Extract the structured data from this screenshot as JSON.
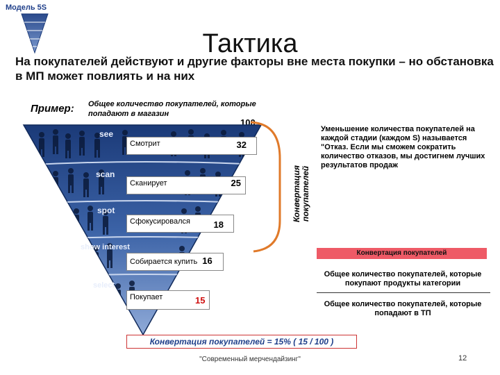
{
  "model_label": "Модель 5S",
  "title": "Тактика",
  "headline": "На покупателей действуют и другие факторы вне места покупки – но обстановка в МП может повлиять и на них",
  "example_label": "Пример:",
  "total_note": "Общее количество покупателей, которые попадают в магазин",
  "total_value": "100",
  "funnel_bands": [
    "see",
    "scan",
    "spot",
    "show interest",
    "select"
  ],
  "stages": [
    {
      "label": "Смотрит",
      "value": "32"
    },
    {
      "label": "Сканирует",
      "value": "25"
    },
    {
      "label": "Сфокусировался",
      "value": "18"
    },
    {
      "label": "Собирается купить",
      "value": "16"
    },
    {
      "label": "Покупает",
      "value": "15"
    }
  ],
  "right_note": "Уменьшение количества покупателей на каждой стадии (каждом S) называется \"Отказ. Если мы сможем сократить количество отказов, мы достигнем лучших результатов продаж",
  "conversion_vertical": "Конвертация покупателей",
  "conversion_badge": "Конвертация покупателей",
  "fraction_numerator": "Общее количество покупателей, которые покупают продукты категории",
  "fraction_denominator": "Общее количество покупателей, которые попадают в ТП",
  "formula": "Конвертация покупателей = 15% ( 15 / 100 )",
  "footer": "\"Современный мерчендайзинг\"",
  "page_number": "12",
  "colors": {
    "funnel_dark": "#1b3a78",
    "funnel_light": "#6f8fc8",
    "accent_red": "#d01010",
    "badge": "#ee5a66",
    "bracket": "#e07a2a"
  }
}
